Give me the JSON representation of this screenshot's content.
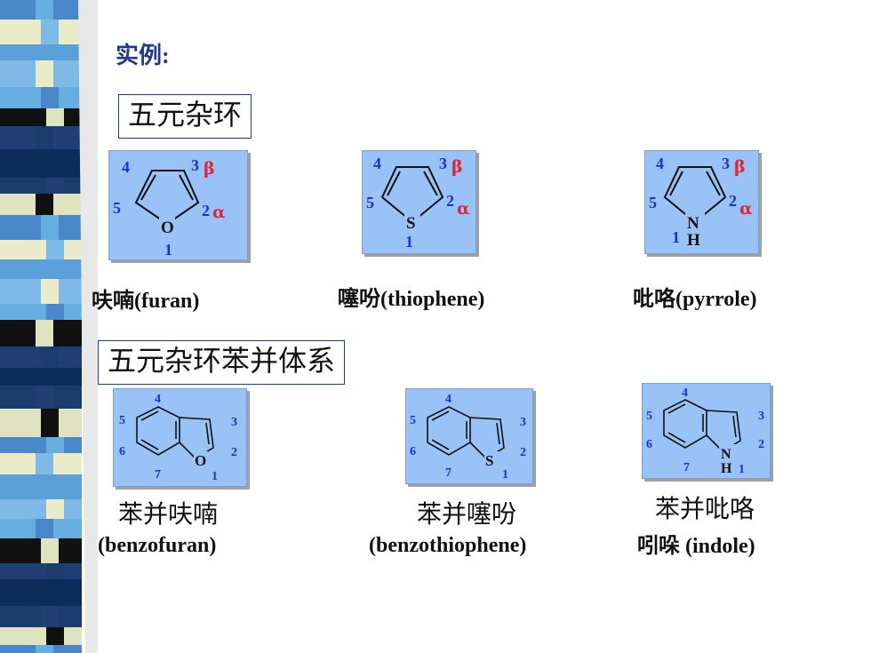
{
  "slide": {
    "heading": "实例:",
    "section1": "五元杂环",
    "section2": "五元杂环苯并体系"
  },
  "molecules": [
    {
      "caption": "呋喃(furan)",
      "heteroatom": "O",
      "labels": [
        "1",
        "2",
        "3",
        "4",
        "5"
      ],
      "greek": [
        "α",
        "β"
      ]
    },
    {
      "caption": "噻吩(thiophene)",
      "heteroatom": "S",
      "labels": [
        "1",
        "2",
        "3",
        "4",
        "5"
      ],
      "greek": [
        "α",
        "β"
      ]
    },
    {
      "caption": "吡咯(pyrrole)",
      "heteroatom": "N",
      "heteroatom_h": "H",
      "labels": [
        "1",
        "2",
        "3",
        "4",
        "5"
      ],
      "greek": [
        "α",
        "β"
      ]
    }
  ],
  "fused": [
    {
      "caption_cn": "苯并呋喃",
      "caption_en": "(benzofuran)",
      "heteroatom": "O",
      "labels": [
        "1",
        "2",
        "3",
        "4",
        "5",
        "6",
        "7"
      ]
    },
    {
      "caption_cn": "苯并噻吩",
      "caption_en": "(benzothiophene)",
      "heteroatom": "S",
      "labels": [
        "1",
        "2",
        "3",
        "4",
        "5",
        "6",
        "7"
      ]
    },
    {
      "caption_cn": "苯并吡咯",
      "caption_en": "吲哚 (indole)",
      "heteroatom": "N",
      "heteroatom_h": "H",
      "labels": [
        "1",
        "2",
        "3",
        "4",
        "5",
        "6",
        "7"
      ]
    }
  ],
  "colors": {
    "number": "#1d2fd8",
    "greek": "#e0243a",
    "panel": "#99c3f7",
    "heading": "#1f3a8a"
  }
}
